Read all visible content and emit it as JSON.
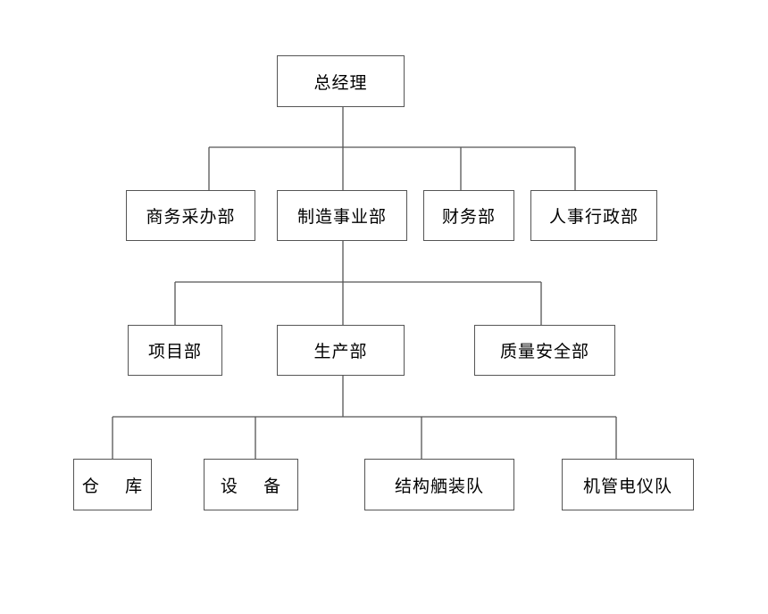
{
  "org": {
    "gm": "总经理",
    "commerce": "商务采办部",
    "manufacturing": "制造事业部",
    "finance": "财务部",
    "hr_admin": "人事行政部",
    "project": "项目部",
    "production": "生产部",
    "quality_safety": "质量安全部",
    "warehouse": "仓    库",
    "equipment": "设    备",
    "structure_team": "结构舾装队",
    "piping_team": "机管电仪队"
  },
  "colors": {
    "line": "#555555",
    "box_border": "#555555",
    "text": "#000000"
  }
}
